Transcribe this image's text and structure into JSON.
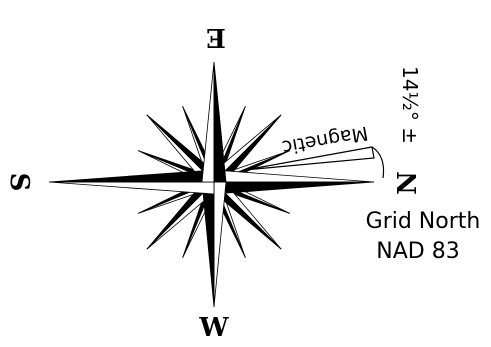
{
  "compass": {
    "cardinals": {
      "east": "E",
      "south": "S",
      "west": "W",
      "north": "N"
    },
    "magnetic_label": "Magnetic",
    "declination_label": "14½° ±",
    "grid_label_line1": "Grid North",
    "grid_label_line2": "NAD 83"
  },
  "colors": {
    "ink": "#000000",
    "paper": "#ffffff"
  }
}
